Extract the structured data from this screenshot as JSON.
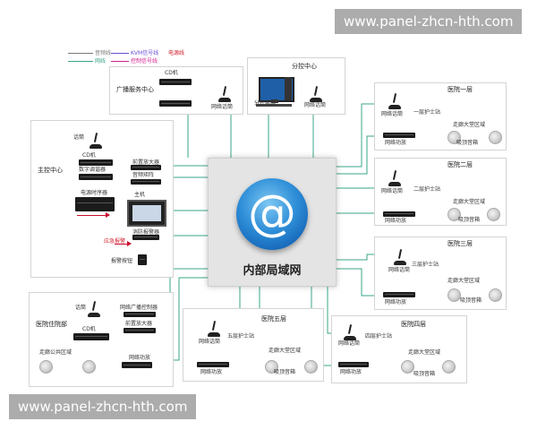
{
  "watermark": "www.panel-zhcn-hth.com",
  "legend": {
    "items": [
      {
        "label": "音频线",
        "color": "#7a7a7a"
      },
      {
        "label": "KVM信号线",
        "color": "#6b4fd1"
      },
      {
        "label": "电源线",
        "color": "#d01f2b"
      },
      {
        "label": "网线",
        "color": "#3aa58a"
      },
      {
        "label": "控制信号线",
        "color": "#d01f8c"
      }
    ]
  },
  "hub": {
    "label": "内部局域网",
    "icon": "at-sign-icon"
  },
  "broadcast": {
    "title": "广播服务中心",
    "cd": "CD机",
    "station": "网络话筒"
  },
  "branch": {
    "title": "分控中心",
    "pc": "分控电脑",
    "station": "网络话筒"
  },
  "main": {
    "title": "主控中心",
    "mic": "话筒",
    "cd": "CD机",
    "digital": "数字调谐器",
    "sequencer": "电源时序器",
    "amp": "前置放大器",
    "mixer": "音频矩阵",
    "host": "主机",
    "alarm1": "消防报警器",
    "alarm2": "应急报警",
    "alarm3": "报警按钮"
  },
  "outpatient": {
    "title": "医院住院部",
    "mic": "话筒",
    "cd": "CD机",
    "ctrl": "网络广播控制器",
    "amp": "前置放大器",
    "power": "网络功放",
    "area": "走廊公共区域"
  },
  "floors": [
    {
      "title": "医院一层",
      "station": "网络话筒",
      "nurse": "一层护士站",
      "power": "网络功放",
      "area": "走廊大堂区域",
      "speaker": "吸顶音箱"
    },
    {
      "title": "医院二层",
      "station": "网络话筒",
      "nurse": "二层护士站",
      "power": "网络功放",
      "area": "走廊大堂区域",
      "speaker": "吸顶音箱"
    },
    {
      "title": "医院三层",
      "station": "网络话筒",
      "nurse": "三层护士站",
      "power": "网络功放",
      "area": "走廊大堂区域",
      "speaker": "吸顶音箱"
    },
    {
      "title": "医院四层",
      "station": "网络话筒",
      "nurse": "四层护士站",
      "power": "网络功放",
      "area": "走廊大堂区域",
      "speaker": "吸顶音箱"
    },
    {
      "title": "医院五层",
      "station": "网络话筒",
      "nurse": "五层护士站",
      "power": "网络功放",
      "area": "走廊大堂区域",
      "speaker": "吸顶音箱"
    }
  ]
}
